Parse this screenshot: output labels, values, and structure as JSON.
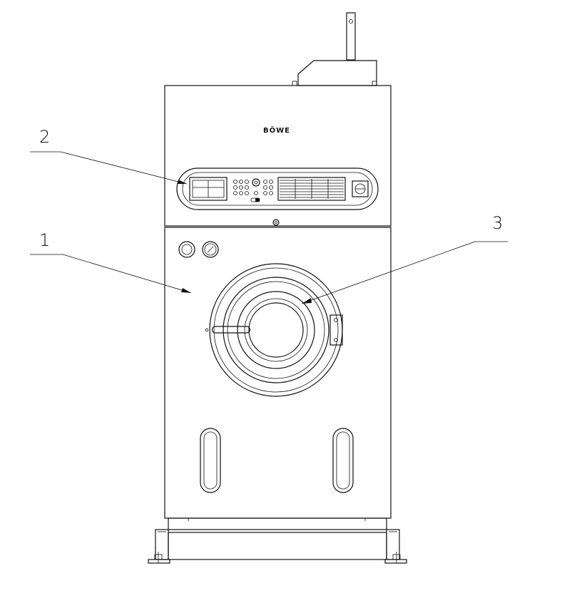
{
  "brand": {
    "logo_text": "BÖWE"
  },
  "callouts": [
    {
      "number": "2"
    },
    {
      "number": "1"
    },
    {
      "number": "3"
    }
  ]
}
